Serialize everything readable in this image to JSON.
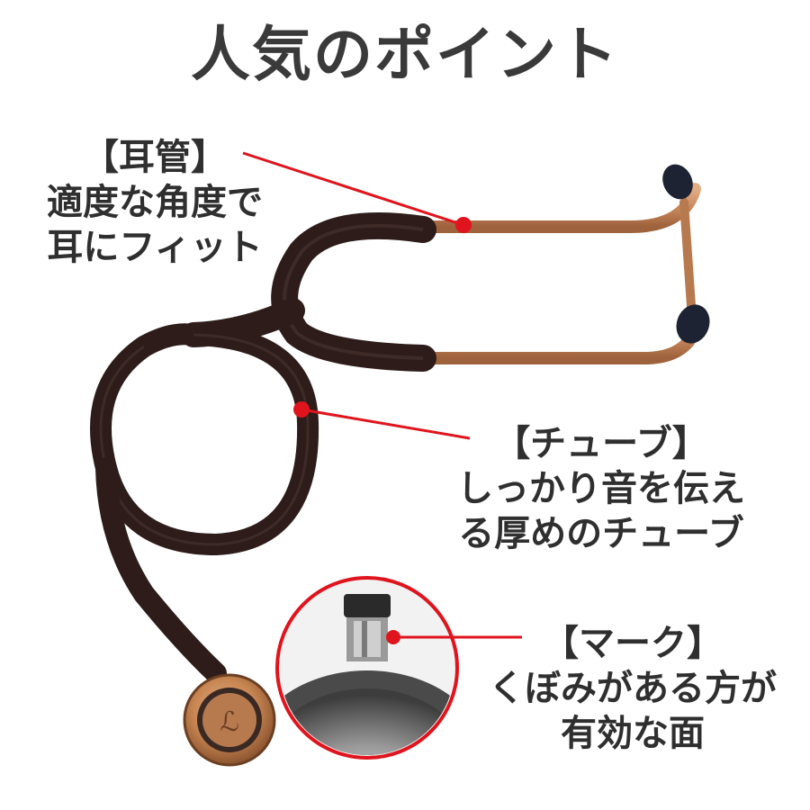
{
  "title": "人気のポイント",
  "callouts": {
    "ear": {
      "heading": "【耳管】",
      "line1": "適度な角度で",
      "line2": "耳にフィット"
    },
    "tube": {
      "heading": "【チューブ】",
      "line1": "しっかり音を伝え",
      "line2": "る厚めのチューブ"
    },
    "mark": {
      "heading": "【マーク】",
      "line1": "くぼみがある方が",
      "line2": "有効な面"
    }
  },
  "colors": {
    "title_text": "#3a3a3a",
    "callout_text": "#2f2f2f",
    "pointer_red": "#e0141c",
    "tubing": "#2d1c1a",
    "brass": "#c9895d",
    "eartip": "#1d2333"
  }
}
